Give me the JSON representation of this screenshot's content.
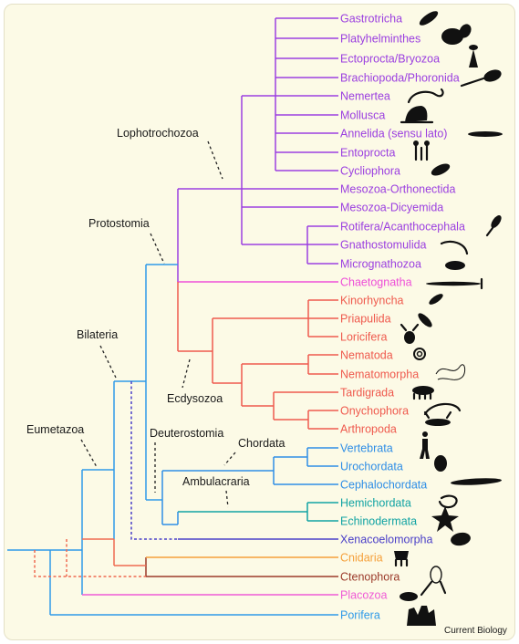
{
  "colors": {
    "lophotrochozoa": "#9b3fe0",
    "chaetognatha": "#ee4fd8",
    "ecdysozoa": "#ef5a4e",
    "chordata": "#2f8ee6",
    "ambulacraria": "#11a3a3",
    "xenacoelomorpha": "#4a3fc8",
    "bilateria": "#2f9ae8",
    "cnidaria": "#f5a03a",
    "ctenophora": "#9b3a2a",
    "placozoa": "#ef5ad6",
    "porifera": "#2f9ae8",
    "eumetazoa_stem": "#ef6a50",
    "annotation": "#222222",
    "silhouette": "#111111"
  },
  "taxa": [
    {
      "label": "Gastrotricha",
      "group": "lophotrochozoa",
      "icon": "gastrotrich-icon"
    },
    {
      "label": "Platyhelminthes",
      "group": "lophotrochozoa",
      "icon": "flatworm-icon"
    },
    {
      "label": "Ectoprocta/Bryozoa",
      "group": "lophotrochozoa",
      "icon": "bryozoan-icon"
    },
    {
      "label": "Brachiopoda/Phoronida",
      "group": "lophotrochozoa",
      "icon": "brachiopod-icon"
    },
    {
      "label": "Nemertea",
      "group": "lophotrochozoa",
      "icon": "nemertean-icon"
    },
    {
      "label": "Mollusca",
      "group": "lophotrochozoa",
      "icon": "snail-icon"
    },
    {
      "label": "Annelida (sensu lato)",
      "group": "lophotrochozoa",
      "icon": "annelid-icon"
    },
    {
      "label": "Entoprocta",
      "group": "lophotrochozoa",
      "icon": "entoproct-icon"
    },
    {
      "label": "Cycliophora",
      "group": "lophotrochozoa",
      "icon": "cycliophoran-icon"
    },
    {
      "label": "Mesozoa-Orthonectida",
      "group": "lophotrochozoa",
      "icon": ""
    },
    {
      "label": "Mesozoa-Dicyemida",
      "group": "lophotrochozoa",
      "icon": ""
    },
    {
      "label": "Rotifera/Acanthocephala",
      "group": "lophotrochozoa",
      "icon": "rotifer-icon"
    },
    {
      "label": "Gnathostomulida",
      "group": "lophotrochozoa",
      "icon": "gnathostomulid-icon"
    },
    {
      "label": "Micrognathozoa",
      "group": "lophotrochozoa",
      "icon": "micrognathozoan-icon"
    },
    {
      "label": "Chaetognatha",
      "group": "chaetognatha",
      "icon": "arrow-worm-icon"
    },
    {
      "label": "Kinorhyncha",
      "group": "ecdysozoa",
      "icon": "kinorhynch-icon"
    },
    {
      "label": "Priapulida",
      "group": "ecdysozoa",
      "icon": "priapulid-icon"
    },
    {
      "label": "Loricifera",
      "group": "ecdysozoa",
      "icon": "loriciferan-icon"
    },
    {
      "label": "Nematoda",
      "group": "ecdysozoa",
      "icon": "nematode-icon"
    },
    {
      "label": "Nematomorpha",
      "group": "ecdysozoa",
      "icon": "horsehair-worm-icon"
    },
    {
      "label": "Tardigrada",
      "group": "ecdysozoa",
      "icon": "tardigrade-icon"
    },
    {
      "label": "Onychophora",
      "group": "ecdysozoa",
      "icon": "velvet-worm-icon"
    },
    {
      "label": "Arthropoda",
      "group": "ecdysozoa",
      "icon": "arthropod-icon"
    },
    {
      "label": "Vertebrata",
      "group": "chordata",
      "icon": "human-icon"
    },
    {
      "label": "Urochordata",
      "group": "chordata",
      "icon": "tunicate-icon"
    },
    {
      "label": "Cephalochordata",
      "group": "chordata",
      "icon": "lancelet-icon"
    },
    {
      "label": "Hemichordata",
      "group": "ambulacraria",
      "icon": "acorn-worm-icon"
    },
    {
      "label": "Echinodermata",
      "group": "ambulacraria",
      "icon": "starfish-icon"
    },
    {
      "label": "Xenacoelomorpha",
      "group": "xenacoelomorpha",
      "icon": "acoel-icon"
    },
    {
      "label": "Cnidaria",
      "group": "cnidaria",
      "icon": "jellyfish-icon"
    },
    {
      "label": "Ctenophora",
      "group": "ctenophora",
      "icon": "comb-jelly-icon"
    },
    {
      "label": "Placozoa",
      "group": "placozoa",
      "icon": "placozoan-icon"
    },
    {
      "label": "Porifera",
      "group": "porifera",
      "icon": "sponge-icon"
    }
  ],
  "clades": {
    "lophotrochozoa": "Lophotrochozoa",
    "protostomia": "Protostomia",
    "bilateria": "Bilateria",
    "eumetazoa": "Eumetazoa",
    "ecdysozoa": "Ecdysozoa",
    "deuterostomia": "Deuterostomia",
    "chordata": "Chordata",
    "ambulacraria": "Ambulacraria"
  },
  "credit": "Current Biology"
}
